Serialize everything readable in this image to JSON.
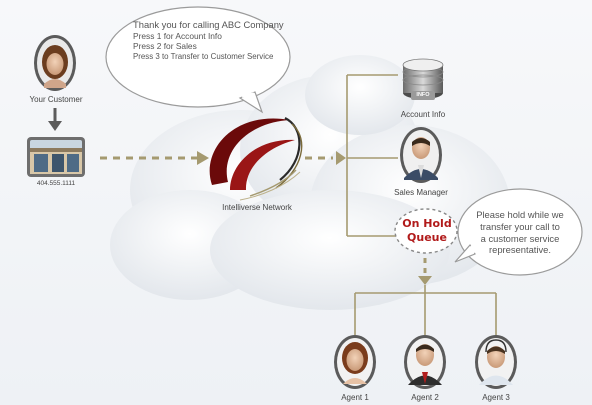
{
  "bubble_top": {
    "lines": [
      "Thank you for calling ABC Company",
      "Press 1 for Account Info",
      "Press 2 for Sales",
      "Press 3 to Transfer to Customer Service"
    ]
  },
  "bubble_right": {
    "lines": [
      "Please hold while we",
      "transfer your call to",
      "a customer service",
      "representative."
    ]
  },
  "labels": {
    "customer": "Your Customer",
    "phone": "404.555.1111",
    "network": "Intelliverse Network",
    "account": "Account Info",
    "db_tag": "INFO",
    "sales": "Sales Manager",
    "agent1": "Agent 1",
    "agent2": "Agent 2",
    "agent3": "Agent 3"
  },
  "hold_queue": {
    "line1": "On Hold",
    "line2": "Queue"
  },
  "colors": {
    "connector": "#a59a70",
    "arrow": "#a59a70",
    "hold_text": "#b11a1a",
    "accent_dark": "#7a0d0d"
  }
}
